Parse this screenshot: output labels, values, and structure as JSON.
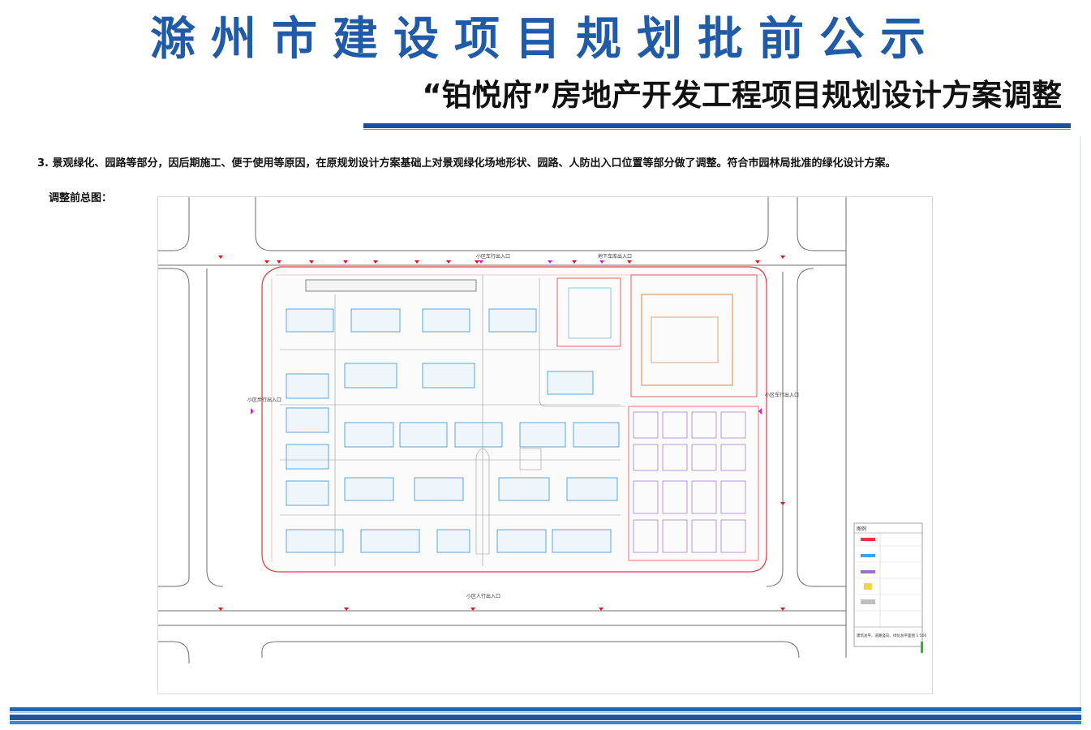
{
  "header": {
    "title": "滁州市建设项目规划批前公示",
    "subtitle": "“铂悦府”房地产开发工程项目规划设计方案调整"
  },
  "content": {
    "description": "3. 景观绿化、园路等部分，因后期施工、便于使用等原因，在原规划设计方案基础上对景观绿化场地形状、园路、人防出入口位置等部分做了调整。符合市园林局批准的绿化设计方案。",
    "before_label": "调整前总图："
  },
  "plan": {
    "entrance_north_pedestrian": "小区车行出入口",
    "entrance_north_vehicle": "地下车库出入口",
    "entrance_west": "小区步行出入口",
    "entrance_east": "小区车行出入口",
    "entrance_south": "小区人行出入口",
    "legend_title": "图例",
    "legend_note": "建筑总平、道路竖向、绿化总平面图 1:500",
    "colors": {
      "boundary": "#e23a3a",
      "building": "#4a9fd6",
      "road": "#555555",
      "marker_red": "#e0161c",
      "marker_magenta": "#d61ad6",
      "title_blue": "#1f5ba8"
    }
  }
}
